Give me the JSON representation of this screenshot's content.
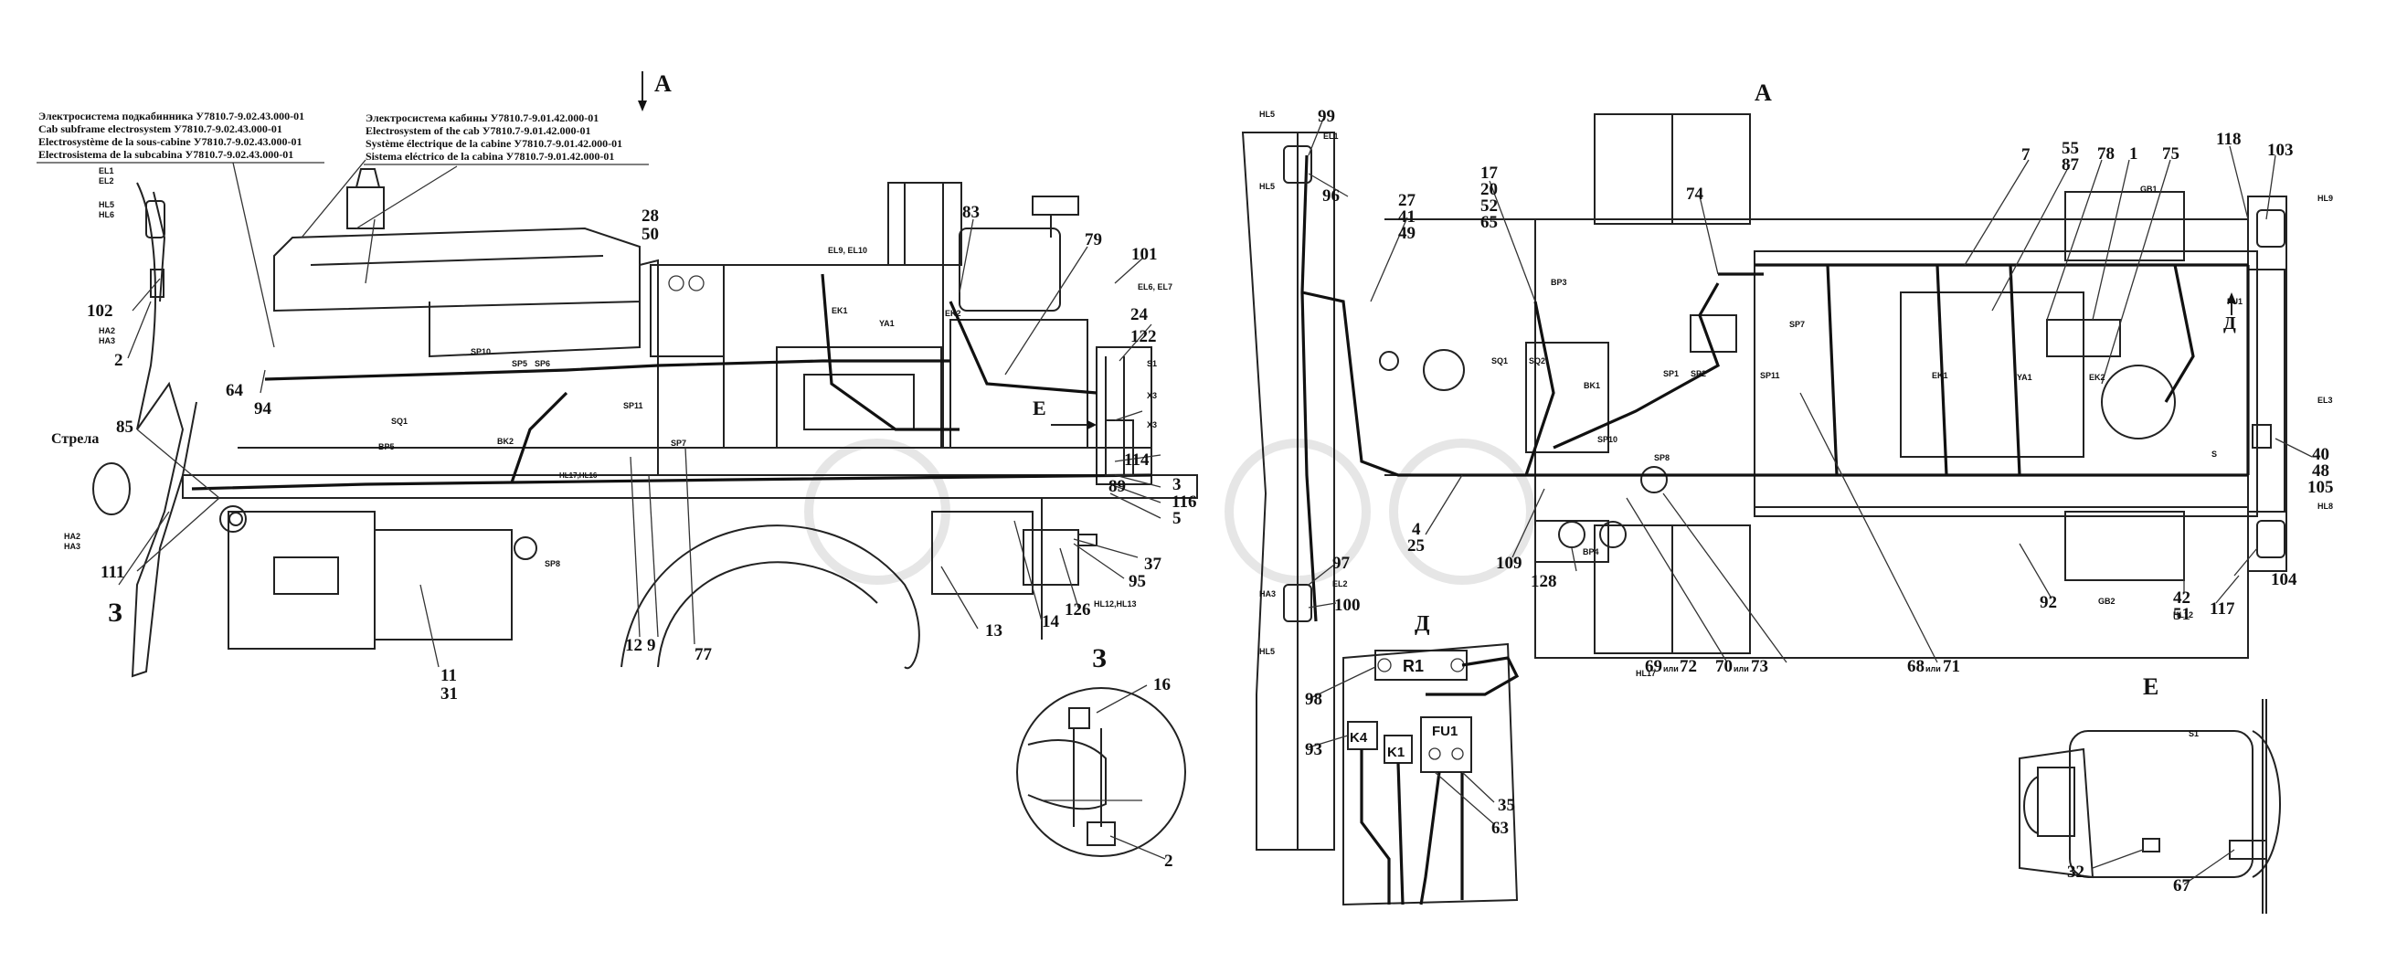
{
  "header_left": {
    "lines": [
      "Электросистема  подкабинника У7810.7-9.02.43.000-01",
      "Cab subframe electrosystem У7810.7-9.02.43.000-01",
      "Electrosystème de la sous-cabine У7810.7-9.02.43.000-01",
      "Electrosistema de la subcabina У7810.7-9.02.43.000-01"
    ]
  },
  "header_right": {
    "lines": [
      "Электросистема кабины У7810.7-9.01.42.000-01",
      "Electrosystem of the cab У7810.7-9.01.42.000-01",
      "Système électrique de la cabine У7810.7-9.01.42.000-01",
      "Sistema eléctrico de la cabina У7810.7-9.01.42.000-01"
    ]
  },
  "view_labels": {
    "arrow_a": "А",
    "top_view_title": "А",
    "detail_z": "З",
    "detail_z_big": "З",
    "detail_d": "Д",
    "detail_e": "Е",
    "arrow_e": "Е",
    "arrow_d": "Д",
    "strela": "Стрела"
  },
  "side_callouts": {
    "c28": "28",
    "c50": "50",
    "c83": "83",
    "c79": "79",
    "c101": "101",
    "c24": "24",
    "c122": "122",
    "c89": "89",
    "c114": "114",
    "c3": "3",
    "c116": "116",
    "c5": "5",
    "c37": "37",
    "c95": "95",
    "c126": "126",
    "c14": "14",
    "c13": "13",
    "c77": "77",
    "c12": "12",
    "c9": "9",
    "c11": "11",
    "c31": "31",
    "c111": "111",
    "c85": "85",
    "c64": "64",
    "c94": "94",
    "c102": "102",
    "c2": "2"
  },
  "side_small": {
    "el1": "EL1",
    "el2": "EL2",
    "hl5": "HL5",
    "hl6": "HL6",
    "ha2": "HA2",
    "ha3": "HA3",
    "sp10": "SP10",
    "sp5": "SP5",
    "sp6": "SP6",
    "sp11": "SP11",
    "sq1": "SQ1",
    "bp5": "BP5",
    "bk2": "BK2",
    "sp7": "SP7",
    "sp8": "SP8",
    "el9": "EL9, EL10",
    "ek1": "EK1",
    "ya1": "YA1",
    "ek2": "EK2",
    "el6": "EL6, EL7",
    "s1": "S1",
    "x3a": "X3",
    "x3b": "X3",
    "hl12": "HL12,HL13",
    "ha2b": "HA2",
    "ha3b": "HA3",
    "hl17": "HL17,HL16"
  },
  "top_callouts": {
    "c99": "99",
    "c96": "96",
    "c27": "27",
    "c41": "41",
    "c49": "49",
    "c17": "17",
    "c20": "20",
    "c52": "52",
    "c65": "65",
    "c74": "74",
    "c7": "7",
    "c55": "55",
    "c87": "87",
    "c78": "78",
    "c1": "1",
    "c75": "75",
    "c118": "118",
    "c103": "103",
    "c40": "40",
    "c48": "48",
    "c105": "105",
    "c104": "104",
    "c117": "117",
    "c42": "42",
    "c51": "51",
    "c92": "92",
    "c68": "68",
    "c71": "71",
    "c70": "70",
    "c73": "73",
    "c69": "69",
    "c72": "72",
    "c128": "128",
    "c109": "109",
    "c4": "4",
    "c25": "25",
    "c97": "97",
    "c100": "100",
    "ili": "или"
  },
  "top_small": {
    "hl5a": "HL5",
    "el1": "EL1",
    "hl5b": "HL5",
    "ha3": "HA3",
    "el2": "EL2",
    "hl5c": "HL5",
    "bp3": "BP3",
    "sq1": "SQ1",
    "sq2": "SQ2",
    "bk1": "BK1",
    "sp1": "SP1",
    "sp2": "SP2",
    "sp7": "SP7",
    "sp11": "SP11",
    "sp10": "SP10",
    "sp8": "SP8",
    "bp4": "BP4",
    "hl9": "HL9",
    "el3": "EL3",
    "hl8": "HL8",
    "hl17": "HL17",
    "hl12": "HL12",
    "gb1": "GB1",
    "gb2": "GB2",
    "fu1": "FU1",
    "ek1": "EK1",
    "ya1": "YA1",
    "ek2": "EK2",
    "s": "S"
  },
  "detail_d": {
    "r1": "R1",
    "k4": "K4",
    "k1": "K1",
    "fu1": "FU1",
    "c98": "98",
    "c93": "93",
    "c35": "35",
    "c63": "63"
  },
  "detail_z_callouts": {
    "c16": "16",
    "c2": "2"
  },
  "detail_e_callouts": {
    "s1": "S1",
    "c32": "32",
    "c67": "67"
  }
}
